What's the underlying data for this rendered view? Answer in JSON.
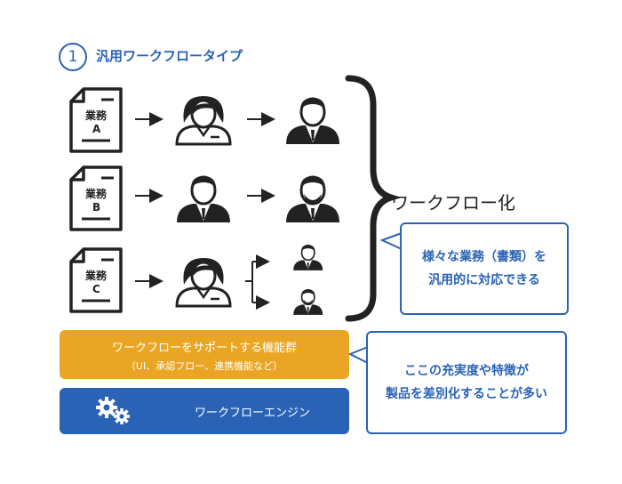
{
  "header": {
    "number": "1",
    "title": "汎用ワークフロータイプ"
  },
  "rows": [
    {
      "doc_line1": "業務",
      "doc_line2": "A"
    },
    {
      "doc_line1": "業務",
      "doc_line2": "B"
    },
    {
      "doc_line1": "業務",
      "doc_line2": "C"
    }
  ],
  "workflow_label": "ワークフロー化",
  "callout_top": {
    "line1": "様々な業務（書類）を",
    "line2": "汎用的に対応できる"
  },
  "support_bar": {
    "title": "ワークフローをサポートする機能群",
    "subtitle": "（UI、承認フロー、連携機能など）"
  },
  "engine_bar": {
    "label": "ワークフローエンジン",
    "icon": "gears-icon"
  },
  "callout_bottom": {
    "line1": "ここの充実度や特徴が",
    "line2": "製品を差別化することが多い"
  },
  "colors": {
    "accent_blue": "#2a63b5",
    "gold": "#e9a624",
    "ink": "#222222"
  }
}
